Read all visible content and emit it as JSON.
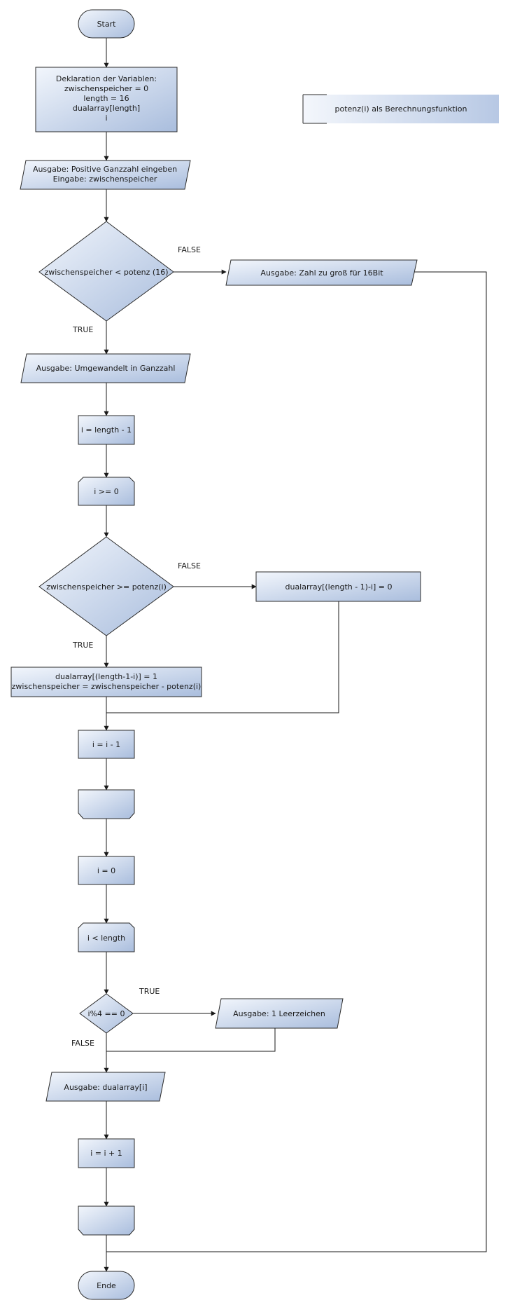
{
  "nodes": {
    "start": "Start",
    "decl": [
      "Deklaration der Variablen:",
      "zwischenspeicher = 0",
      "length = 16",
      "dualarray[length]",
      "i"
    ],
    "note": "potenz(i) als Berechnungsfunktion",
    "input": [
      "Ausgabe: Positive Ganzzahl eingeben",
      "Eingabe: zwischenspeicher"
    ],
    "dec1": "zwischenspeicher < potenz (16)",
    "toobig": "Ausgabe: Zahl zu groß für 16Bit",
    "converted": "Ausgabe: Umgewandelt in Ganzzahl",
    "init_i": "i = length - 1",
    "loop1": "i >= 0",
    "dec2": "zwischenspeicher >= potenz(i)",
    "assign0": "dualarray[(length - 1)-i] = 0",
    "assign1": [
      "dualarray[(length-1-i)] = 1",
      "zwischenspeicher = zwischenspeicher - potenz(i)"
    ],
    "dec_i": "i = i - 1",
    "set_i0": "i = 0",
    "loop2": "i < length",
    "dec3": "i%4 == 0",
    "space": "Ausgabe: 1 Leerzeichen",
    "out_digit": "Ausgabe: dualarray[i]",
    "inc_i": "i = i + 1",
    "end": "Ende"
  },
  "labels": {
    "d1_false": "FALSE",
    "d1_true": "TRUE",
    "d2_false": "FALSE",
    "d2_true": "TRUE",
    "d3_true": "TRUE",
    "d3_false": "FALSE"
  },
  "colors": {
    "fill_light": "#f2f6fc",
    "fill_dark": "#a9bddd",
    "stroke": "#2b2b2b"
  }
}
